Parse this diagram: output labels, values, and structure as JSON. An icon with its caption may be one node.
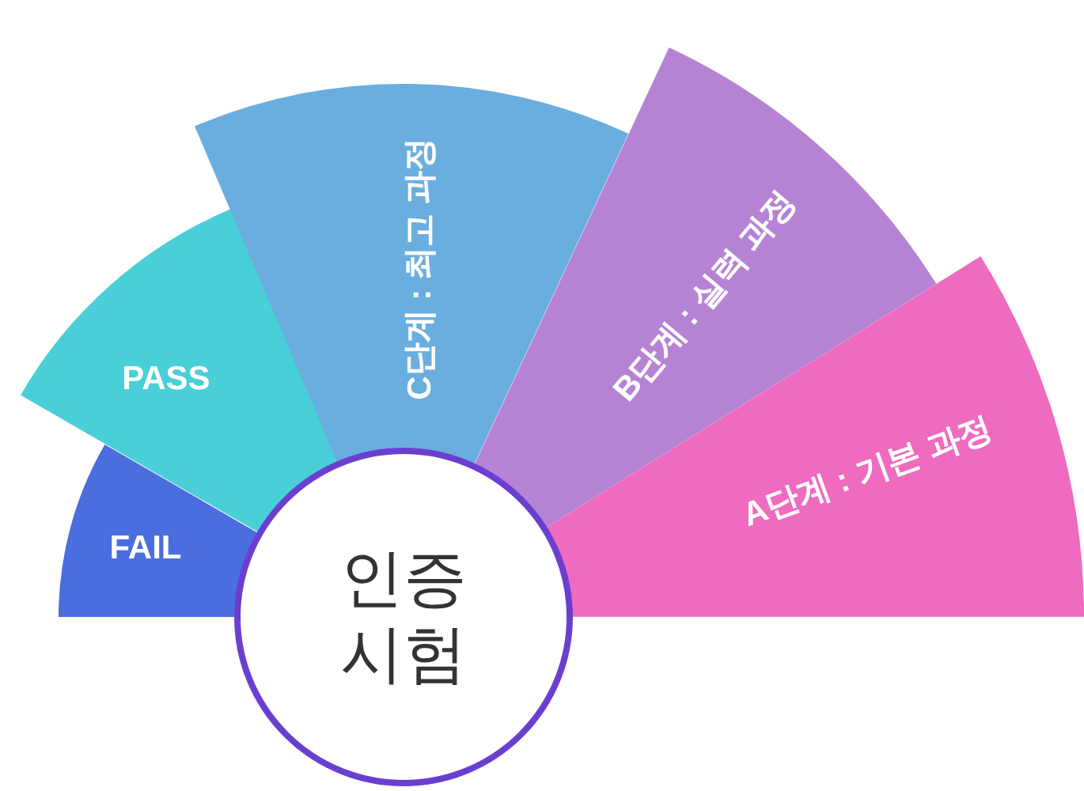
{
  "diagram": {
    "nodes": [
      {
        "text": [
          "FAIL"
        ]
      },
      {
        "text": [
          "PASS"
        ]
      },
      {
        "text": [
          "C단계 : 최고 과정"
        ]
      },
      {
        "text": [
          "B단계 : 실력 과정"
        ]
      },
      {
        "text": [
          "A단계 : 기본 과정"
        ]
      },
      {
        "text": [
          "인증 시험"
        ]
      }
    ]
  }
}
